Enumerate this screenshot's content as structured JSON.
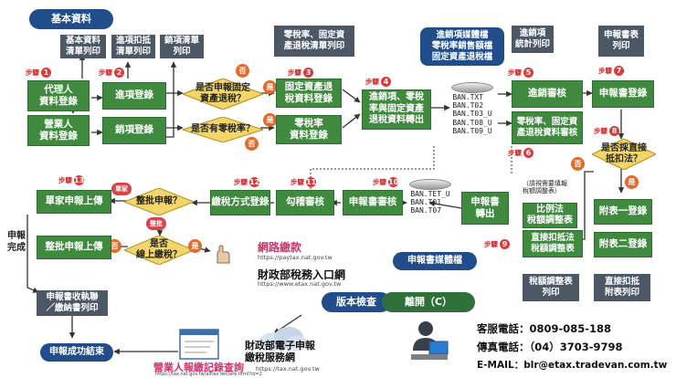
{
  "header": {
    "title": "基本資料"
  },
  "sidebar": {
    "filing_complete_label": "申報\n完成"
  },
  "top_notes": {
    "basic_print": "基本資料\n清單列印",
    "purchase_print": "進項扣抵\n清單列印",
    "sales_print": "銷項清單\n列印",
    "zero_tax_print": "零稅率、固定資\n產退稅清單列印",
    "media_file": "進銷項媒體檔\n零稅率銷售額檔\n固定資產退稅檔",
    "stats_print": "進銷項\n統計列印",
    "return_print": "申報書表\n列印"
  },
  "steps": [
    "步驟",
    "1",
    "2",
    "3",
    "4",
    "5",
    "6",
    "7",
    "8",
    "9",
    "10",
    "11",
    "12",
    "13"
  ],
  "boxes": {
    "agent": "代理人\n資料登錄",
    "business": "營業人\n資料登錄",
    "purchase_entry": "進項登錄",
    "sales_entry": "銷項登錄",
    "fixed_asset": "固定資產退\n稅資料登錄",
    "zero_tax": "零稅率\n資料登錄",
    "convert": "進銷項、零稅\n率與固定資產\n退稅資料轉出",
    "review": "進銷審核",
    "zero_review": "零稅率、固定資\n產退稅資料審核",
    "return_entry": "申報書登錄",
    "attach_one": "附表一登錄",
    "attach_two": "附表二登錄",
    "pay_method": "繳稅方式登錄",
    "check": "勾稽審核",
    "return_review": "申報書審核",
    "return_out": "申報書\n轉出",
    "proportional": "比例法\n稅額調整表",
    "direct": "直接扣抵法\n稅額調整表",
    "adjust_print": "稅額調整表\n列印",
    "attach_print": "直接扣抵\n附表列印",
    "single_upload": "單家申報上傳",
    "batch_upload": "整批申報上傳",
    "receipt_print": "申報書收執聯\n／繳納書列印",
    "success": "申報成功結束",
    "return_media": "申報書媒體檔"
  },
  "decisions": {
    "fixed_asset_q": "是否申報固定\n資產退稅？",
    "zero_tax_q": "是否有零稅率？",
    "direct_q": "是否採直接\n抵扣法？",
    "batch_q": "整批申報？",
    "online_q": "是否\n線上繳稅？"
  },
  "yes_no": {
    "yes": "是",
    "no": "否",
    "single_tag": "單家",
    "batch_tag": "整批"
  },
  "files": {
    "txt_files": [
      "BAN.TXT",
      "BAN.T02",
      "BAN.T03_U",
      "BAN.T08_U",
      "BAN.T09_U"
    ],
    "return_files": [
      "BAN.TET_U",
      "BAN.T01",
      "BAN.T07"
    ]
  },
  "note_adjust": "（請視需要填報\n稅額調整表）",
  "web_pay": {
    "title": "網路繳款",
    "url": "https://paytax.nat.gov.tw"
  },
  "portal": {
    "title": "財政部稅務入口網",
    "url": "https://www.etax.nat.gov.tw"
  },
  "efile": {
    "title": "財政部電子申報\n繳稅服務網",
    "url": "https://tax.nat.gov.tw"
  },
  "record_query": {
    "title": "營業人報繳記錄查詢",
    "url": "https://tax.nat.gov.tw/alltax declare.html?id=2"
  },
  "buttons": {
    "version_check": "版本檢查",
    "leave": "離開（C）"
  },
  "contact": {
    "service": "客服電話：0809-085-188",
    "fax": "傳真電話：（04）3703-9798",
    "email": "E-MAIL：blr@etax.tradevan.com.tw"
  },
  "colors": {
    "green": "#3f8a3e",
    "note": "#4d5866",
    "navy": "#214e8a",
    "diamond": "#f2d66b",
    "red": "#d93a3a",
    "orange": "#e26a2c",
    "arrow": "#333333"
  }
}
